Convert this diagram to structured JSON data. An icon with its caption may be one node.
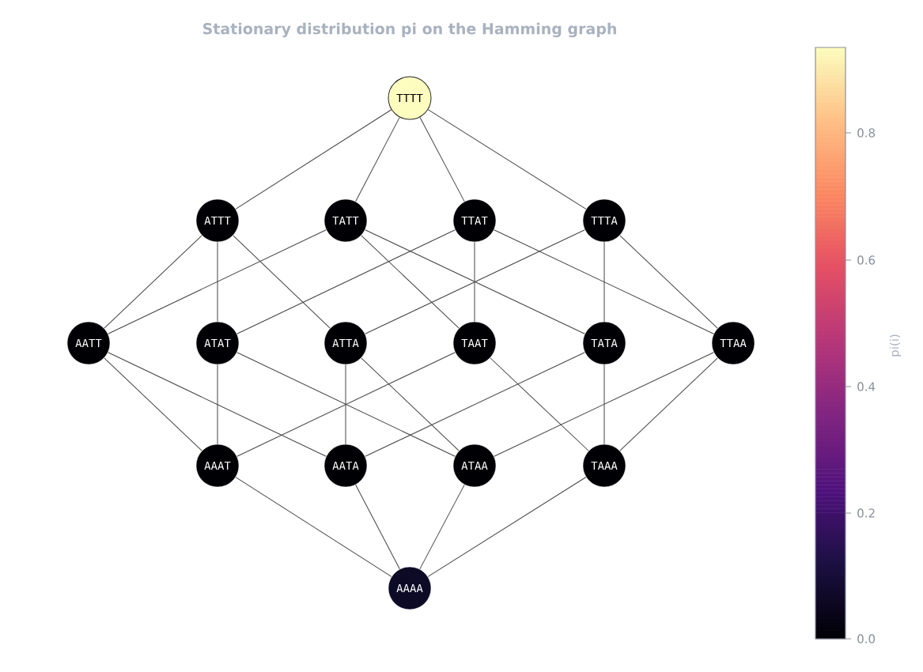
{
  "diagram": {
    "title": "Stationary distribution pi on the Hamming graph",
    "nodes": [
      {
        "text": [
          "TTTT"
        ]
      },
      {
        "text": [
          "ATTT"
        ]
      },
      {
        "text": [
          "TATT"
        ]
      },
      {
        "text": [
          "TTAT"
        ]
      },
      {
        "text": [
          "TTTA"
        ]
      },
      {
        "text": [
          "AATT"
        ]
      },
      {
        "text": [
          "ATAT"
        ]
      },
      {
        "text": [
          "ATTA"
        ]
      },
      {
        "text": [
          "TAAT"
        ]
      },
      {
        "text": [
          "TATA"
        ]
      },
      {
        "text": [
          "TTAA"
        ]
      },
      {
        "text": [
          "AAAT"
        ]
      },
      {
        "text": [
          "AATA"
        ]
      },
      {
        "text": [
          "ATAA"
        ]
      },
      {
        "text": [
          "TAAA"
        ]
      },
      {
        "text": [
          "AAAA"
        ]
      }
    ],
    "edges": [
      {
        "from": 0,
        "to": 1,
        "arrow": "none"
      },
      {
        "from": 0,
        "to": 2,
        "arrow": "none"
      },
      {
        "from": 0,
        "to": 3,
        "arrow": "none"
      },
      {
        "from": 0,
        "to": 4,
        "arrow": "none"
      },
      {
        "from": 1,
        "to": 5,
        "arrow": "none"
      },
      {
        "from": 1,
        "to": 6,
        "arrow": "none"
      },
      {
        "from": 1,
        "to": 7,
        "arrow": "none"
      },
      {
        "from": 2,
        "to": 5,
        "arrow": "none"
      },
      {
        "from": 2,
        "to": 8,
        "arrow": "none"
      },
      {
        "from": 2,
        "to": 9,
        "arrow": "none"
      },
      {
        "from": 3,
        "to": 6,
        "arrow": "none"
      },
      {
        "from": 3,
        "to": 8,
        "arrow": "none"
      },
      {
        "from": 3,
        "to": 10,
        "arrow": "none"
      },
      {
        "from": 4,
        "to": 7,
        "arrow": "none"
      },
      {
        "from": 4,
        "to": 9,
        "arrow": "none"
      },
      {
        "from": 4,
        "to": 10,
        "arrow": "none"
      },
      {
        "from": 5,
        "to": 11,
        "arrow": "none"
      },
      {
        "from": 5,
        "to": 12,
        "arrow": "none"
      },
      {
        "from": 6,
        "to": 11,
        "arrow": "none"
      },
      {
        "from": 6,
        "to": 13,
        "arrow": "none"
      },
      {
        "from": 7,
        "to": 12,
        "arrow": "none"
      },
      {
        "from": 7,
        "to": 13,
        "arrow": "none"
      },
      {
        "from": 8,
        "to": 11,
        "arrow": "none"
      },
      {
        "from": 8,
        "to": 14,
        "arrow": "none"
      },
      {
        "from": 9,
        "to": 12,
        "arrow": "none"
      },
      {
        "from": 9,
        "to": 14,
        "arrow": "none"
      },
      {
        "from": 10,
        "to": 13,
        "arrow": "none"
      },
      {
        "from": 10,
        "to": 14,
        "arrow": "none"
      },
      {
        "from": 11,
        "to": 15,
        "arrow": "none"
      },
      {
        "from": 12,
        "to": 15,
        "arrow": "none"
      },
      {
        "from": 13,
        "to": 15,
        "arrow": "none"
      },
      {
        "from": 14,
        "to": 15,
        "arrow": "none"
      }
    ],
    "labels": [
      "0.8",
      "0.6",
      "0.4",
      "0.2",
      "0.0",
      "pi(i)"
    ]
  }
}
